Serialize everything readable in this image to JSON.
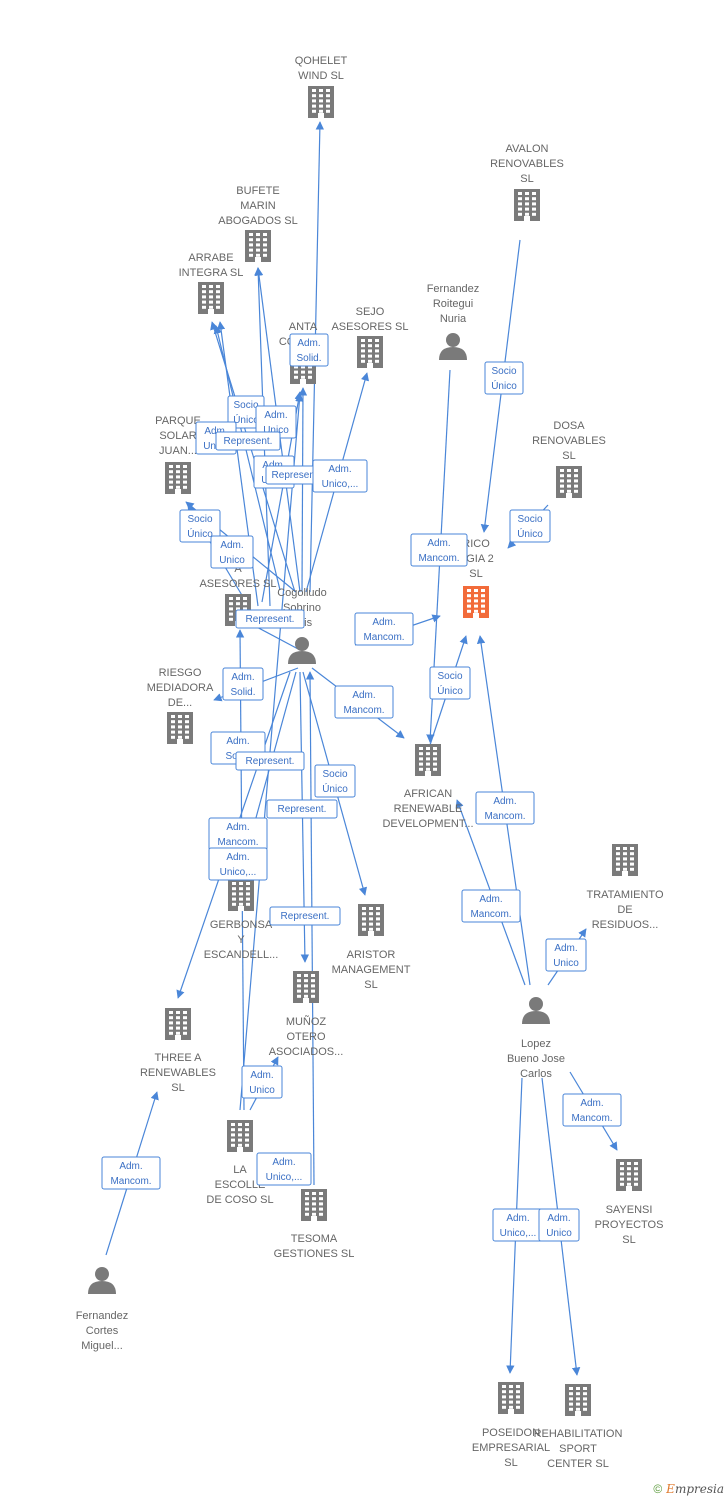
{
  "colors": {
    "edge": "#4a86d8",
    "node": "#7a7a7a",
    "focus": "#f26b3a",
    "label": "#666666"
  },
  "nodes": [
    {
      "id": "qohelet",
      "kind": "company",
      "lines": [
        "QOHELET",
        "WIND  SL"
      ]
    },
    {
      "id": "avalon",
      "kind": "company",
      "lines": [
        "AVALON",
        "RENOVABLES",
        "SL"
      ]
    },
    {
      "id": "bufete",
      "kind": "company",
      "lines": [
        "BUFETE",
        "MARIN",
        "ABOGADOS  SL"
      ]
    },
    {
      "id": "arrabe",
      "kind": "company",
      "lines": [
        "ARRABE",
        "INTEGRA SL"
      ]
    },
    {
      "id": "anta",
      "kind": "company",
      "lines": [
        "ANTA",
        "CONS     SL"
      ]
    },
    {
      "id": "sejo",
      "kind": "company",
      "lines": [
        "SEJO",
        "ASESORES SL"
      ]
    },
    {
      "id": "froitegui",
      "kind": "person",
      "lines": [
        "Fernandez",
        "Roitegui",
        "Nuria"
      ]
    },
    {
      "id": "dosa",
      "kind": "company",
      "lines": [
        "DOSA",
        "RENOVABLES",
        "SL"
      ]
    },
    {
      "id": "parque",
      "kind": "company",
      "lines": [
        "PARQUE",
        "SOLAR",
        "JUAN..."
      ]
    },
    {
      "id": "energia",
      "kind": "focus",
      "lines": [
        "RICO",
        "RGIA 2",
        "SL"
      ]
    },
    {
      "id": "aasesores",
      "kind": "company",
      "lines": [
        "A",
        "ASESORES SL"
      ]
    },
    {
      "id": "cogolludo",
      "kind": "person",
      "lines": [
        "Cogolludo",
        "Sobrino",
        "Luis"
      ]
    },
    {
      "id": "riesgo",
      "kind": "company",
      "lines": [
        "RIESGO",
        "MEDIADORA",
        "DE..."
      ]
    },
    {
      "id": "african",
      "kind": "company",
      "lines": [
        "AFRICAN",
        "RENEWABLE",
        "DEVELOPMENT..."
      ]
    },
    {
      "id": "tratamiento",
      "kind": "company",
      "lines": [
        "TRATAMIENTO",
        "DE",
        "RESIDUOS..."
      ]
    },
    {
      "id": "gerbonsa",
      "kind": "company",
      "lines": [
        "GERBONSA",
        "Y",
        "ESCANDELL..."
      ]
    },
    {
      "id": "aristor",
      "kind": "company",
      "lines": [
        "ARISTOR",
        "MANAGEMENT",
        "SL"
      ]
    },
    {
      "id": "munoz",
      "kind": "company",
      "lines": [
        "MUÑOZ",
        "OTERO",
        "ASOCIADOS..."
      ]
    },
    {
      "id": "threea",
      "kind": "company",
      "lines": [
        "THREE A",
        "RENEWABLES",
        "SL"
      ]
    },
    {
      "id": "lopez",
      "kind": "person",
      "lines": [
        "Lopez",
        "Bueno Jose",
        "Carlos"
      ]
    },
    {
      "id": "sayensi",
      "kind": "company",
      "lines": [
        "SAYENSI",
        "PROYECTOS",
        "SL"
      ]
    },
    {
      "id": "escollera",
      "kind": "company",
      "lines": [
        "LA",
        "ESCOLLE",
        "DE COSO  SL"
      ]
    },
    {
      "id": "tesoma",
      "kind": "company",
      "lines": [
        "TESOMA",
        "GESTIONES SL"
      ]
    },
    {
      "id": "fcortes",
      "kind": "person",
      "lines": [
        "Fernandez",
        "Cortes",
        "Miguel..."
      ]
    },
    {
      "id": "poseidon",
      "kind": "company",
      "lines": [
        "POSEIDON",
        "EMPRESARIAL",
        "SL"
      ]
    },
    {
      "id": "rehab",
      "kind": "company",
      "lines": [
        "REHABILITATION",
        "SPORT",
        "CENTER  SL"
      ]
    }
  ],
  "edge_labels": [
    [
      "Adm.",
      "Solid."
    ],
    [
      "Socio",
      "Único"
    ],
    [
      "Socio",
      "Único"
    ],
    [
      "Adm.",
      "Unico"
    ],
    [
      "Adm.",
      "Unico"
    ],
    [
      "Represent."
    ],
    [
      "Adm.",
      "Unico"
    ],
    [
      "Represent."
    ],
    [
      "Adm.",
      "Unico,..."
    ],
    [
      "Socio",
      "Único"
    ],
    [
      "Socio",
      "Único"
    ],
    [
      "Adm.",
      "Mancom."
    ],
    [
      "Adm.",
      "Unico"
    ],
    [
      "Represent."
    ],
    [
      "Adm.",
      "Mancom."
    ],
    [
      "Socio",
      "Único"
    ],
    [
      "Adm.",
      "Solid."
    ],
    [
      "Adm.",
      "Mancom."
    ],
    [
      "Adm.",
      "Solid."
    ],
    [
      "Represent."
    ],
    [
      "Socio",
      "Único"
    ],
    [
      "Represent."
    ],
    [
      "Adm.",
      "Mancom."
    ],
    [
      "Adm.",
      "Mancom."
    ],
    [
      "Adm.",
      "Unico,..."
    ],
    [
      "Adm.",
      "Mancom."
    ],
    [
      "Represent."
    ],
    [
      "Adm.",
      "Unico"
    ],
    [
      "Adm.",
      "Unico"
    ],
    [
      "Adm.",
      "Mancom."
    ],
    [
      "Adm.",
      "Unico,..."
    ],
    [
      "Adm.",
      "Mancom."
    ],
    [
      "Adm.",
      "Unico,..."
    ],
    [
      "Adm.",
      "Unico"
    ]
  ],
  "footer": {
    "copyright": "©",
    "brand_first": "E",
    "brand_rest": "mpresia"
  }
}
